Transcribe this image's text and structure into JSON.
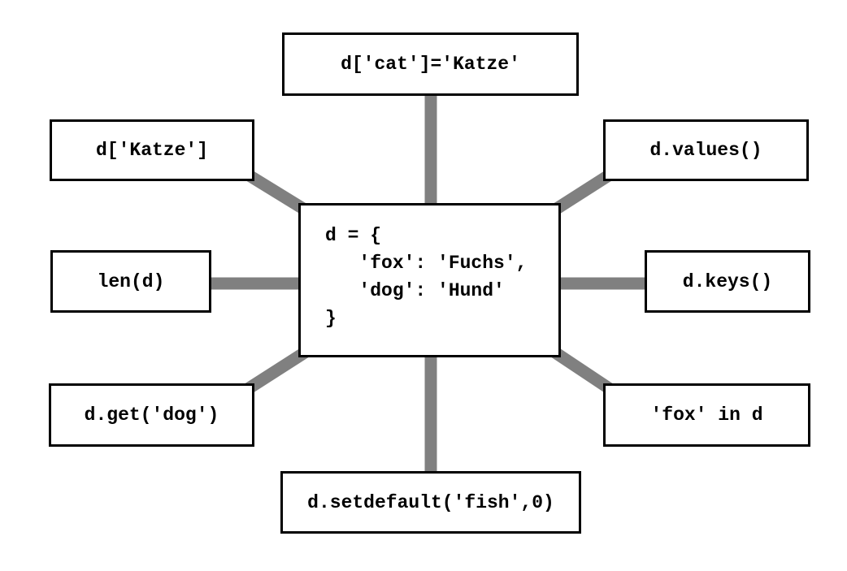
{
  "diagram": {
    "title_hint": "Python dictionary operations mind map",
    "colors": {
      "connector": "#808080",
      "box_border": "#000000",
      "box_fill": "#ffffff",
      "background": "#ffffff"
    },
    "center": {
      "code": "d = {\n   'fox': 'Fuchs',\n   'dog': 'Hund'\n}"
    },
    "nodes": [
      {
        "position": "top",
        "label": "d['cat']='Katze'"
      },
      {
        "position": "upper-left",
        "label": "d['Katze']"
      },
      {
        "position": "upper-right",
        "label": "d.values()"
      },
      {
        "position": "mid-left",
        "label": "len(d)"
      },
      {
        "position": "mid-right",
        "label": "d.keys()"
      },
      {
        "position": "lower-left",
        "label": "d.get('dog')"
      },
      {
        "position": "lower-right",
        "label": "'fox' in d"
      },
      {
        "position": "bottom",
        "label": "d.setdefault('fish',0)"
      }
    ]
  }
}
